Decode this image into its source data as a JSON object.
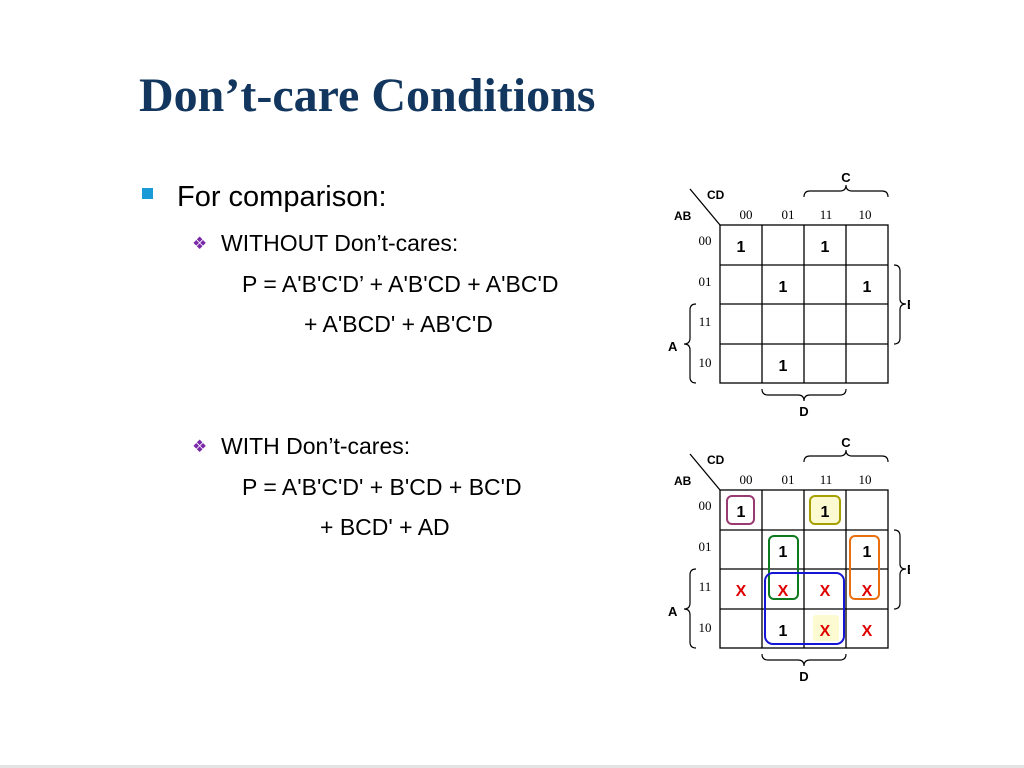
{
  "slide": {
    "title": "Don’t-care Conditions",
    "bullet1": "For comparison:",
    "sub1": {
      "label": "WITHOUT Don’t-cares:",
      "line1": "P = A'B'C'D’ + A'B'CD + A'BC'D",
      "line2": "+ A'BCD' + AB'C'D"
    },
    "sub2": {
      "label": "WITH Don’t-cares:",
      "line1": "P = A'B'C'D' + B'CD + BC'D",
      "line2": "+ BCD' + AD"
    },
    "diamond_glyph": "❖"
  },
  "kmap_labels": {
    "cd": "CD",
    "ab": "AB",
    "c": "C",
    "b": "B",
    "a": "A",
    "d": "D",
    "col_codes": [
      "00",
      "01",
      "11",
      "10"
    ],
    "row_codes": [
      "00",
      "01",
      "11",
      "10"
    ]
  },
  "kmap1": {
    "cells": [
      [
        "1",
        "",
        "1",
        ""
      ],
      [
        "",
        "1",
        "",
        "1"
      ],
      [
        "",
        "",
        "",
        ""
      ],
      [
        "",
        "1",
        "",
        ""
      ]
    ]
  },
  "kmap2": {
    "cells": [
      [
        "1",
        "",
        "1",
        ""
      ],
      [
        "",
        "1",
        "",
        "1"
      ],
      [
        "X",
        "X",
        "X",
        "X"
      ],
      [
        "",
        "1",
        "X",
        "X"
      ]
    ],
    "groups": [
      {
        "term": "A'B'C'D'",
        "color": "#9a3a72"
      },
      {
        "term": "B'CD",
        "color": "#a8a000"
      },
      {
        "term": "BC'D",
        "color": "#0e7a1e"
      },
      {
        "term": "BCD'",
        "color": "#e87010"
      },
      {
        "term": "AD",
        "color": "#1515d6"
      }
    ]
  },
  "colors": {
    "title": "#12365e",
    "bullet": "#1a9bd7",
    "diamond": "#7a2aa8",
    "dont_care": "#e00000",
    "highlight_fill": "#fbfad0"
  }
}
